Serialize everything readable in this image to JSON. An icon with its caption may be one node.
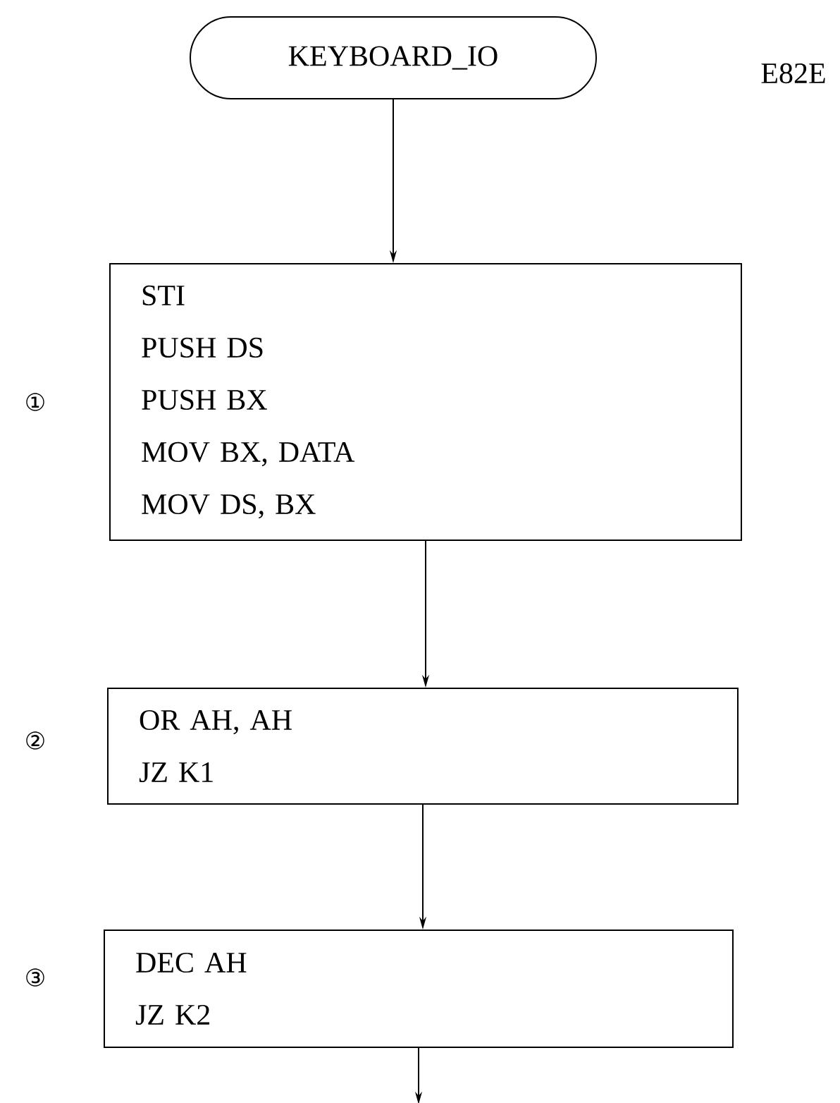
{
  "diagram": {
    "nodes": [
      {
        "text": [
          "KEYBOARD_IO"
        ]
      },
      {
        "text": [
          "STI",
          "PUSH DS",
          "PUSH BX",
          "MOV BX, DATA",
          "MOV DS, BX"
        ],
        "beside": [
          "①"
        ]
      },
      {
        "text": [
          "OR AH, AH",
          "JZ K1"
        ],
        "beside": [
          "②"
        ]
      },
      {
        "text": [
          "DEC AH",
          "JZ K2"
        ],
        "beside": [
          "③"
        ]
      }
    ],
    "edges": [
      {
        "from": 0,
        "to": 1,
        "arrow": "to"
      },
      {
        "from": 1,
        "to": 2,
        "arrow": "to"
      },
      {
        "from": 2,
        "to": 3,
        "arrow": "to"
      },
      {
        "from": 3,
        "to": null,
        "arrow": "to"
      }
    ],
    "labels": [
      "E82E"
    ]
  }
}
